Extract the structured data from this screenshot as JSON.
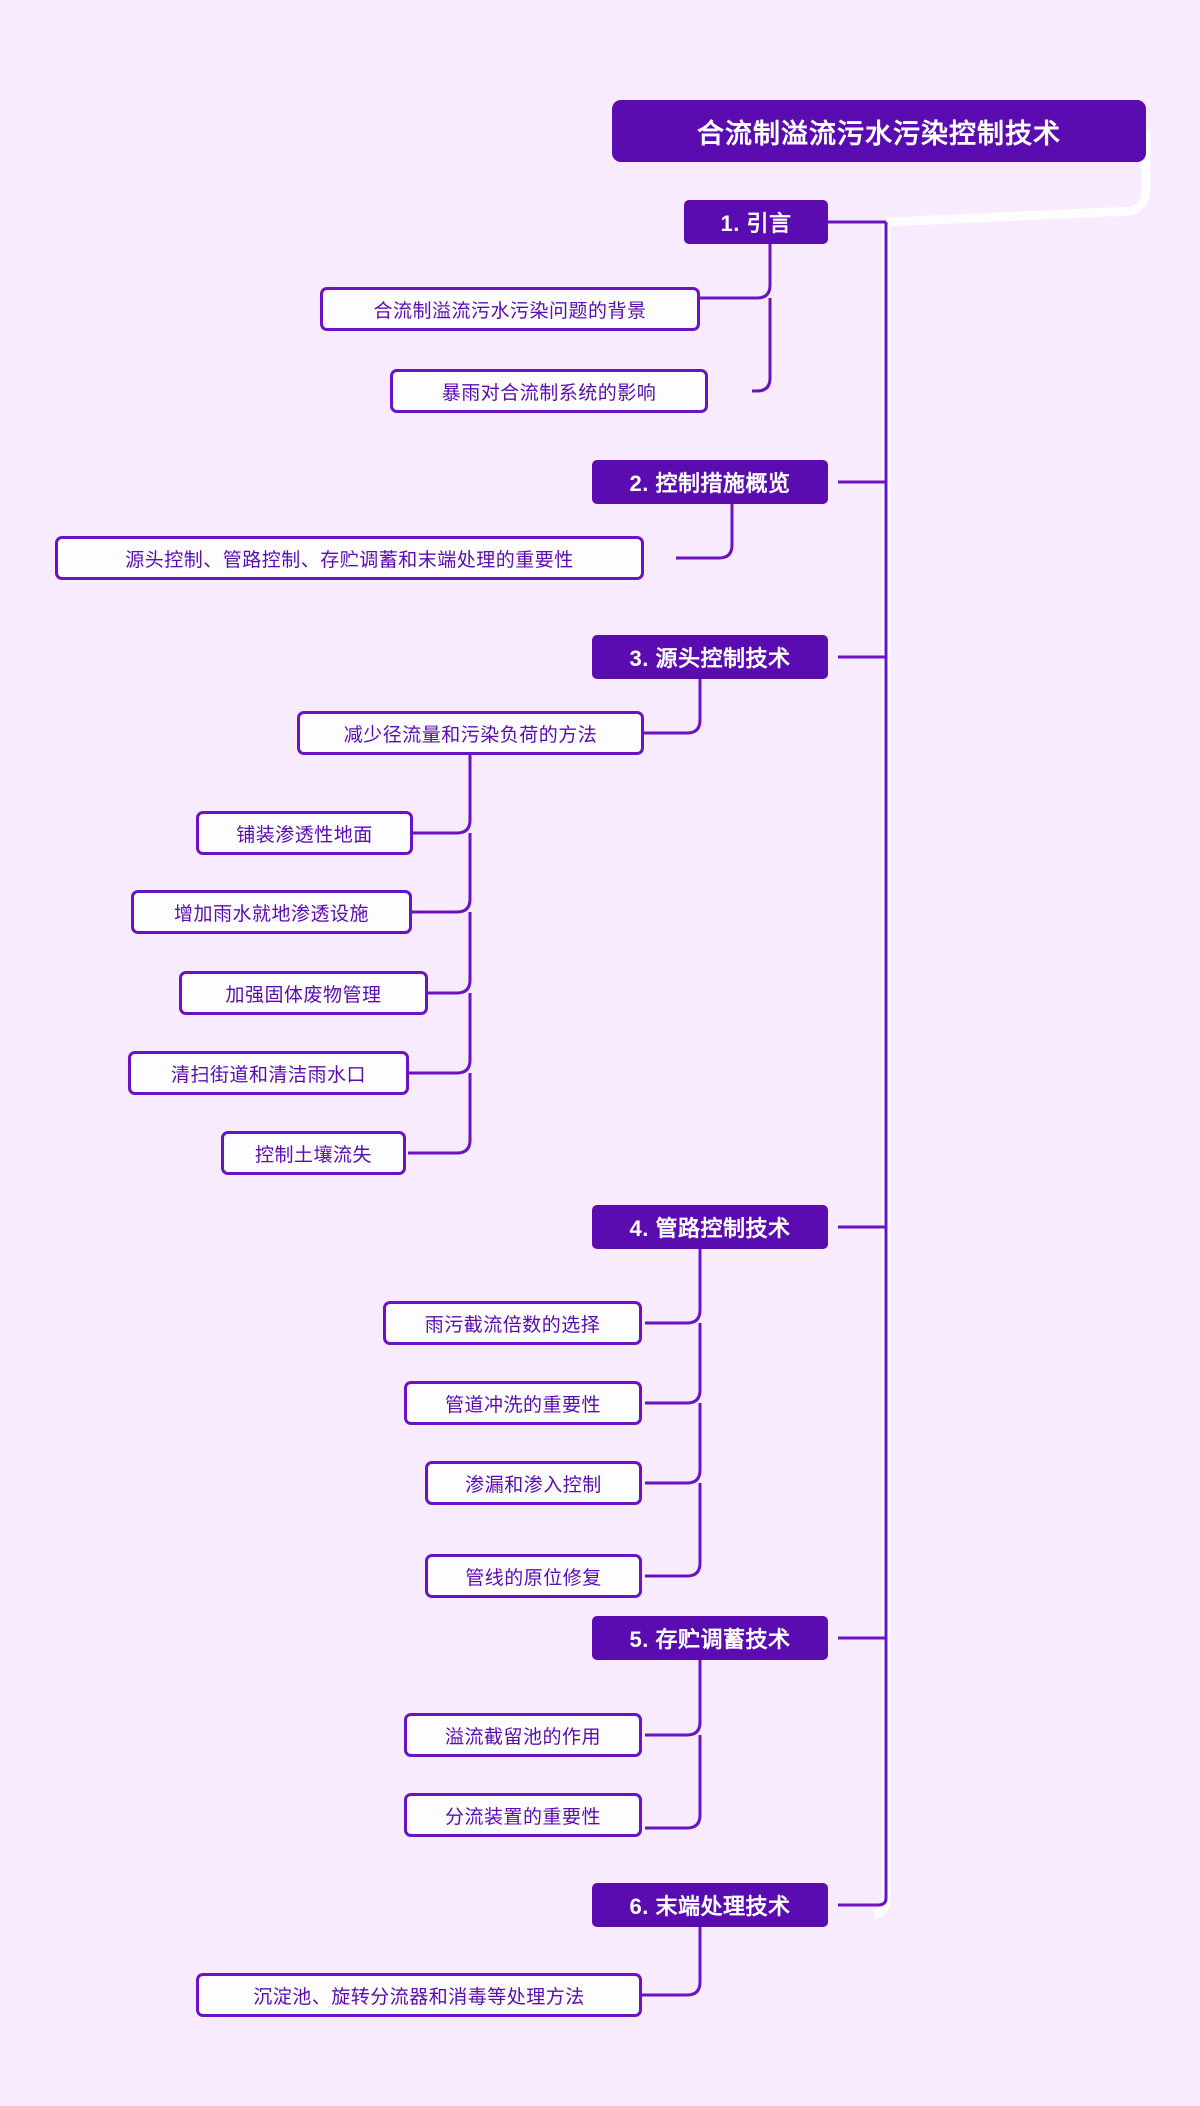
{
  "diagram": {
    "type": "mindmap",
    "title": "合流制溢流污水污染控制技术",
    "background_color": "#f7ebfd",
    "accent_color": "#5b0cb0",
    "node_fill_color": "#fdfcff",
    "node_border_color": "#6b13c4",
    "root_text_color": "#ffffff"
  },
  "nodes": {
    "root": {
      "label": "合流制溢流污水污染控制技术"
    },
    "s1": {
      "label": "1. 引言"
    },
    "s1c1": {
      "label": "合流制溢流污水污染问题的背景"
    },
    "s1c2": {
      "label": "暴雨对合流制系统的影响"
    },
    "s2": {
      "label": "2. 控制措施概览"
    },
    "s2c1": {
      "label": "源头控制、管路控制、存贮调蓄和末端处理的重要性"
    },
    "s3": {
      "label": "3. 源头控制技术"
    },
    "s3c1": {
      "label": "减少径流量和污染负荷的方法"
    },
    "s3c1a": {
      "label": "铺装渗透性地面"
    },
    "s3c1b": {
      "label": "增加雨水就地渗透设施"
    },
    "s3c1c": {
      "label": "加强固体废物管理"
    },
    "s3c1d": {
      "label": "清扫街道和清洁雨水口"
    },
    "s3c1e": {
      "label": "控制土壤流失"
    },
    "s4": {
      "label": "4. 管路控制技术"
    },
    "s4c1": {
      "label": "雨污截流倍数的选择"
    },
    "s4c2": {
      "label": "管道冲洗的重要性"
    },
    "s4c3": {
      "label": "渗漏和渗入控制"
    },
    "s4c4": {
      "label": "管线的原位修复"
    },
    "s5": {
      "label": "5. 存贮调蓄技术"
    },
    "s5c1": {
      "label": "溢流截留池的作用"
    },
    "s5c2": {
      "label": "分流装置的重要性"
    },
    "s6": {
      "label": "6. 末端处理技术"
    },
    "s6c1": {
      "label": "沉淀池、旋转分流器和消毒等处理方法"
    }
  }
}
